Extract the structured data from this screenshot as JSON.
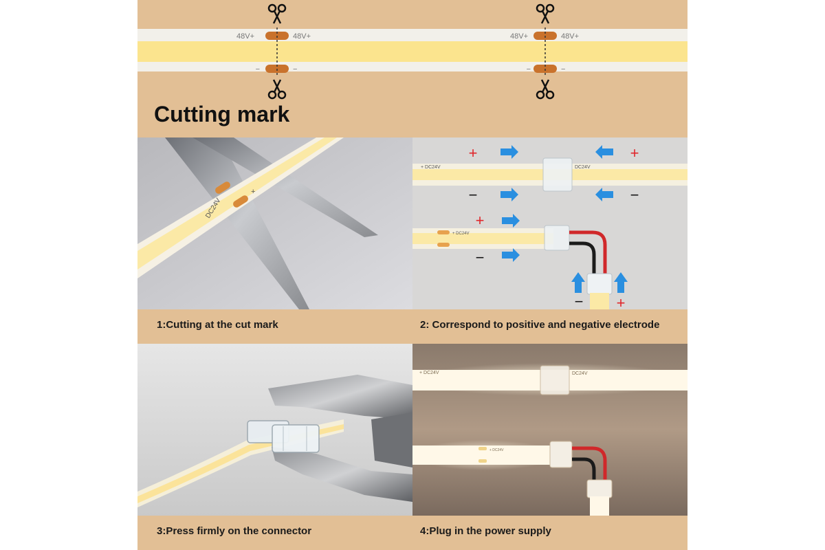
{
  "header": {
    "title": "Cutting mark",
    "label_48v": "48V+",
    "label_minus": "−"
  },
  "panels": {
    "p1": {
      "caption": "1:Cutting at the cut mark",
      "strip_label": "DC24V",
      "plus": "+"
    },
    "p2": {
      "caption": "2: Correspond to positive and negative electrode",
      "strip_label": "+ DC24V",
      "connector_label": "DC24V",
      "plus": "+",
      "minus": "−"
    },
    "p3": {
      "caption": "3:Press firmly on the connector"
    },
    "p4": {
      "caption": "4:Plug in the power supply",
      "strip_label": "+ DC24V",
      "connector_label": "DC24V"
    }
  },
  "colors": {
    "tan_background": "#e2bf95",
    "strip_yellow": "#fbe9a6",
    "pad_orange": "#c9722c",
    "plus_red": "#e0262b",
    "arrow_blue": "#2a8fe0"
  }
}
